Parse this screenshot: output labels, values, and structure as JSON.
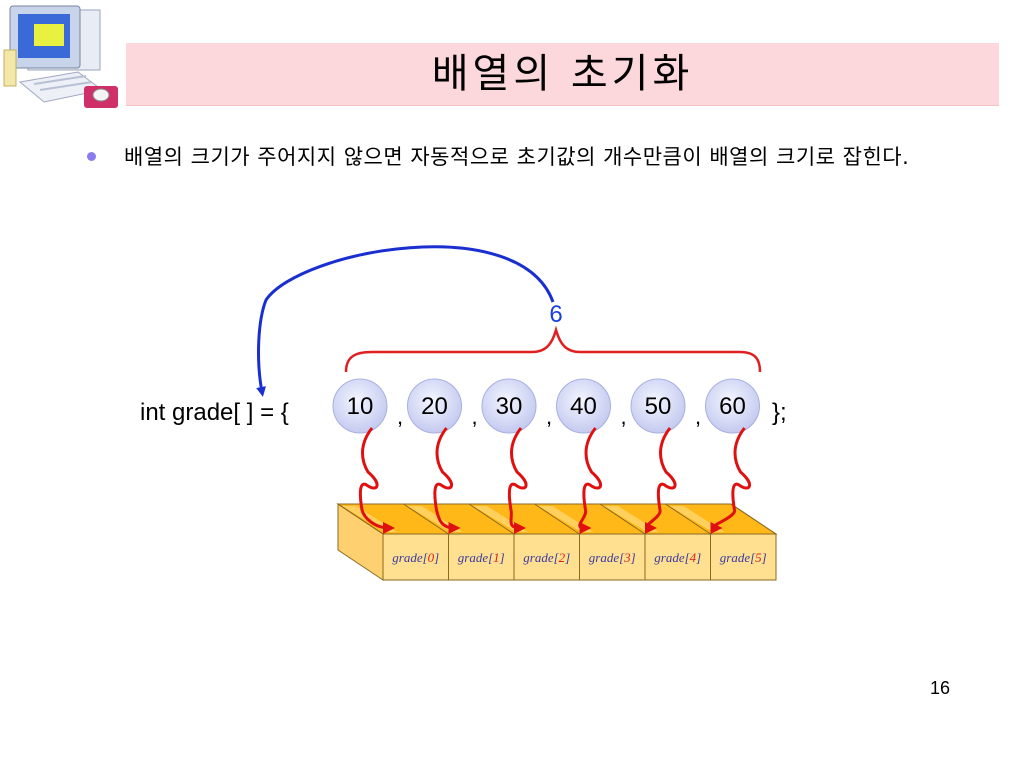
{
  "slide": {
    "title": "배열의 초기화",
    "bullet": "배열의 크기가 주어지지 않으면 자동적으로 초기값의 개수만큼이 배열의 크기로 잡힌다.",
    "page_number": "16"
  },
  "diagram": {
    "code_prefix": "int grade[  ] = {",
    "code_suffix": "};",
    "count_label": "6",
    "separator": ",",
    "values": [
      "10",
      "20",
      "30",
      "40",
      "50",
      "60"
    ],
    "cell_name": "grade",
    "cell_indices": [
      "0",
      "1",
      "2",
      "3",
      "4",
      "5"
    ],
    "colors": {
      "brace": "#e02020",
      "arrow_blue": "#1a2fd0",
      "arrow_red": "#e01010",
      "circle_fill": "#d8dcf8",
      "box_front": "#ffe090",
      "box_top": "#ffb818"
    }
  },
  "logo": {
    "icon": "computer-icon"
  }
}
